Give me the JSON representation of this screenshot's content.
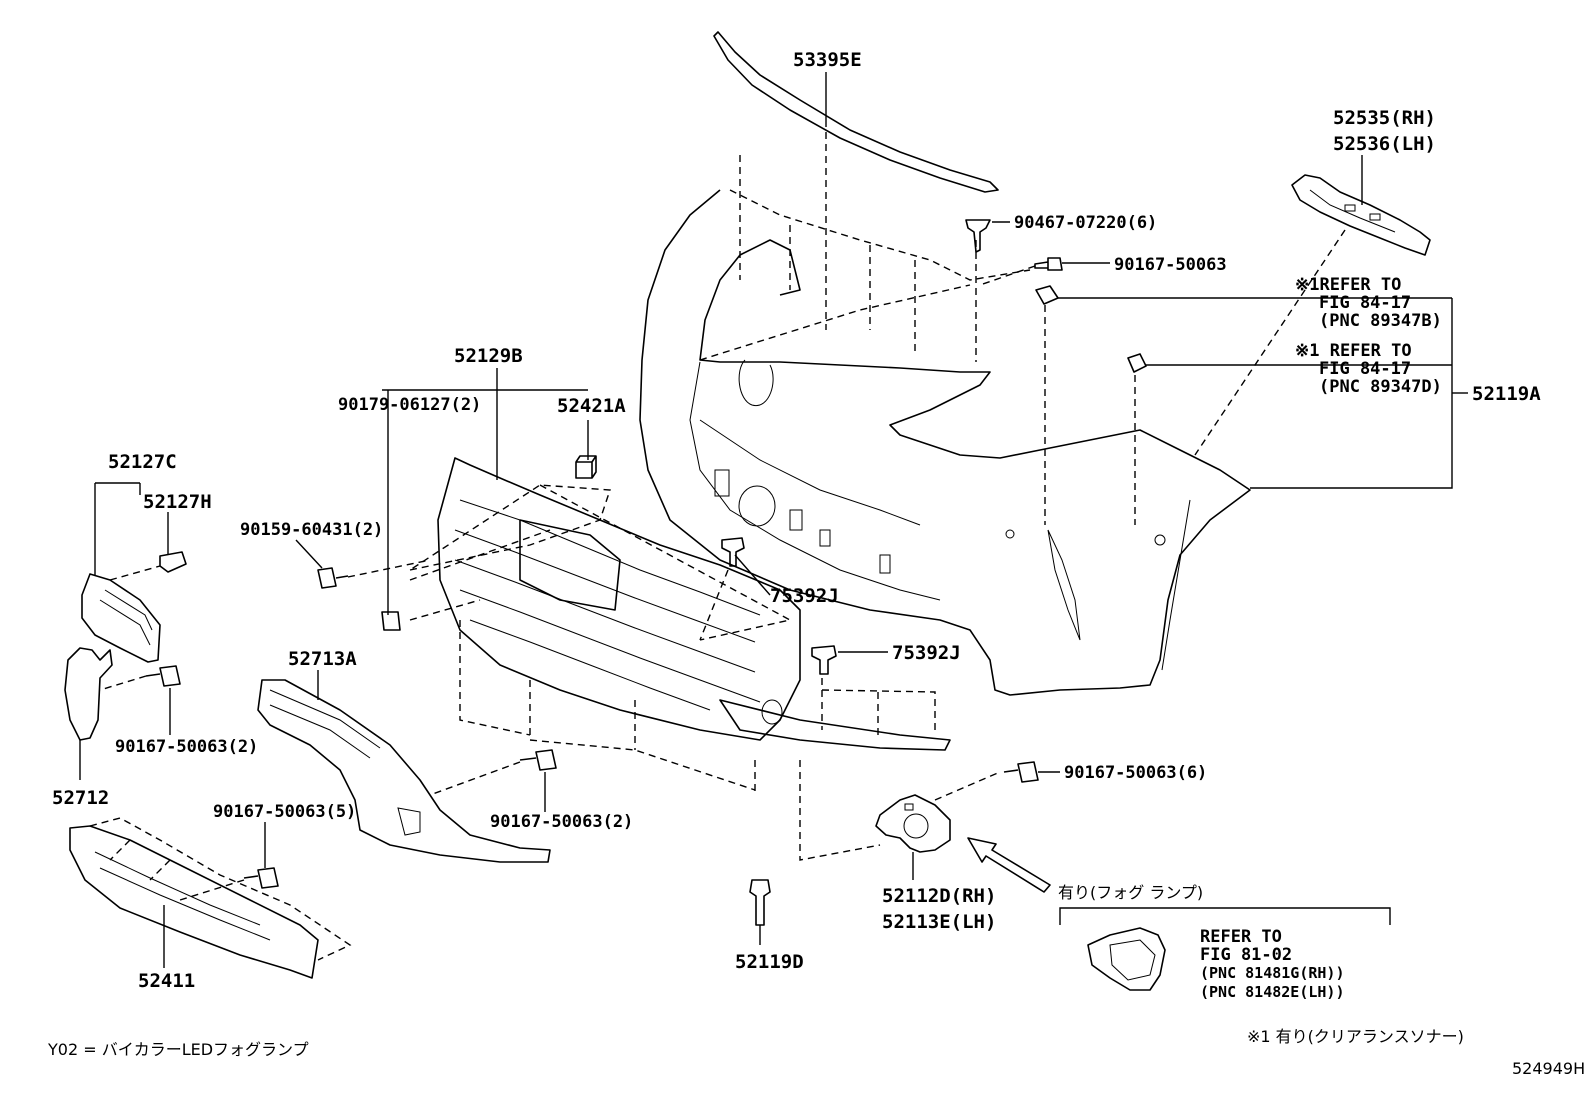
{
  "labels": {
    "p53395E": "53395E",
    "p52535": "52535(RH)",
    "p52536": "52536(LH)",
    "p90467": "90467-07220(6)",
    "p90167top": "90167-50063",
    "refer1a": "※1REFER TO",
    "refer1b": "FIG 84-17",
    "refer1c": "(PNC 89347B)",
    "refer2a": "※1 REFER TO",
    "refer2b": "FIG 84-17",
    "refer2c": "(PNC 89347D)",
    "p52119A": "52119A",
    "p52129B": "52129B",
    "p90179": "90179-06127(2)",
    "p52421A": "52421A",
    "p52127C": "52127C",
    "p52127H": "52127H",
    "p90159": "90159-60431(2)",
    "p75392J_a": "75392J",
    "p75392J_b": "75392J",
    "p52713A": "52713A",
    "p90167_2a": "90167-50063(2)",
    "p52712": "52712",
    "p90167_5": "90167-50063(5)",
    "p90167_2b": "90167-50063(2)",
    "p90167_6": "90167-50063(6)",
    "p52112D": "52112D(RH)",
    "p52113E": "52113E(LH)",
    "fog_note": "有り(フォグ ランプ)",
    "refer3a": "REFER TO",
    "refer3b": "FIG 81-02",
    "refer3c": "(PNC 81481G(RH))",
    "refer3d": "(PNC 81482E(LH))",
    "p52411": "52411",
    "p52119D": "52119D",
    "legend_y02": "Y02 = バイカラーLEDフォグランプ",
    "legend_sonar": "※1 有り(クリアランスソナー)",
    "diagram_id": "524949H"
  }
}
